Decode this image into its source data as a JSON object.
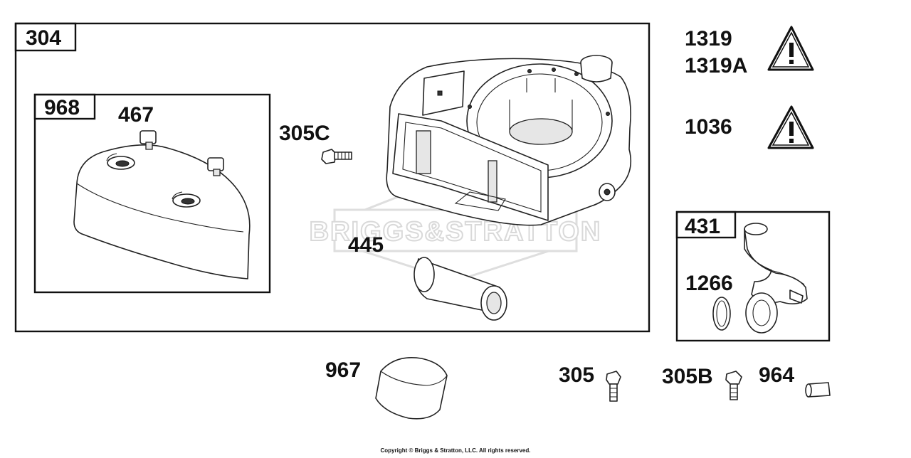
{
  "brand_watermark": "BRIGGS&STRATTON",
  "copyright": "Copyright © Briggs & Stratton, LLC. All rights reserved.",
  "boxes": {
    "box_304": "304",
    "box_968": "968",
    "box_431": "431"
  },
  "callouts": {
    "p467": "467",
    "p305c": "305C",
    "p445": "445",
    "p967": "967",
    "p305": "305",
    "p305b": "305B",
    "p964": "964",
    "p1266": "1266",
    "p1319": "1319",
    "p1319a": "1319A",
    "p1036": "1036"
  },
  "icons": {
    "warning_1": "warning-triangle-icon",
    "warning_2": "warning-triangle-icon"
  },
  "colors": {
    "line": "#222222",
    "background": "#ffffff",
    "watermark": "#d9d9d9"
  }
}
